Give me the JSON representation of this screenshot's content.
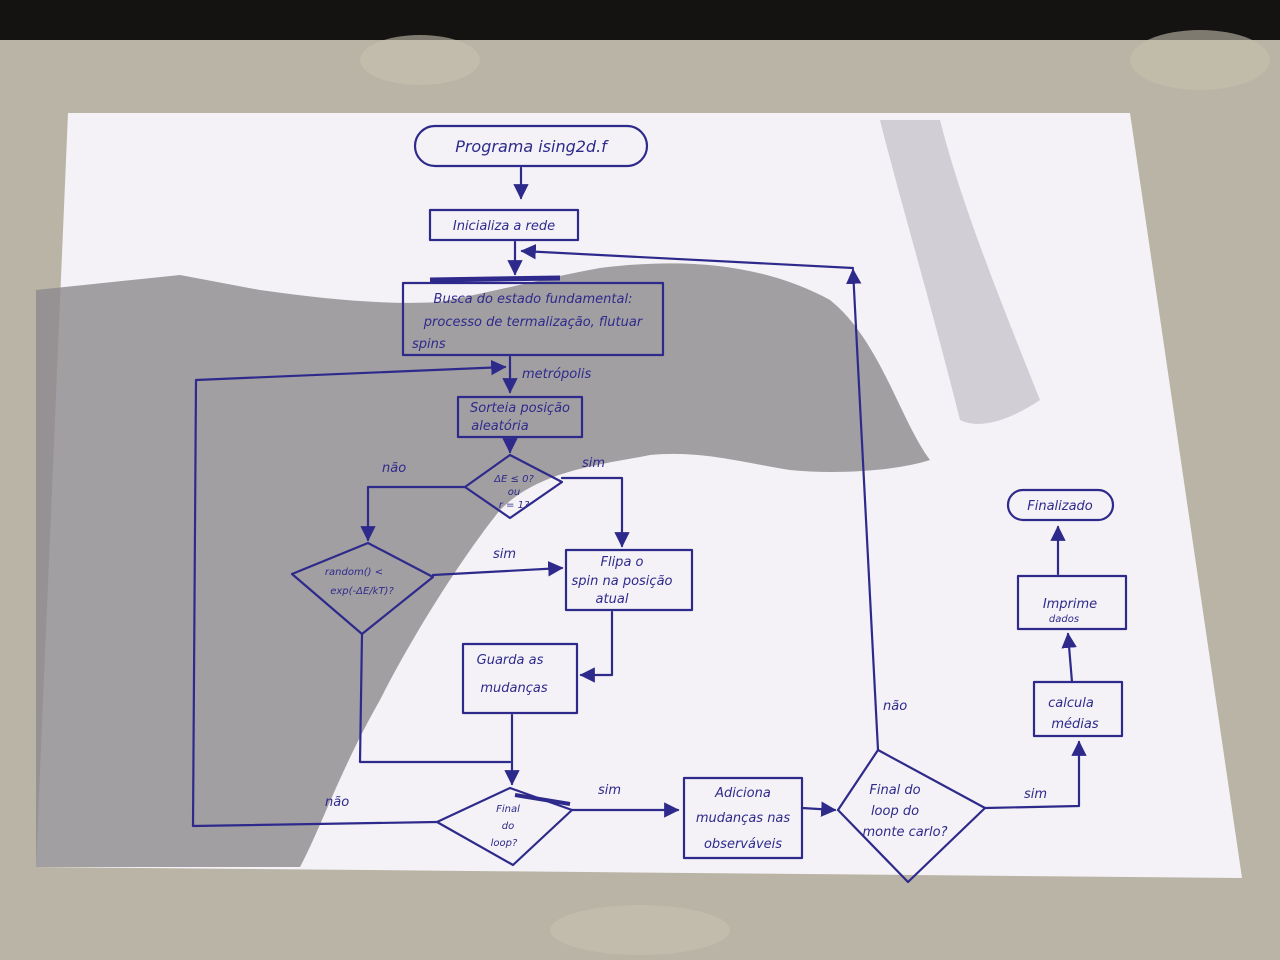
{
  "diagram": {
    "start": "Programa ising2d.f",
    "init": "Inicializa a rede",
    "ground_state": [
      "Busca do estado fundamental:",
      "processo de termalização, flutuar",
      "spins"
    ],
    "metropolis_label": "metrópolis",
    "random_position": [
      "Sorteia posição",
      "aleatória"
    ],
    "decision_energy": [
      "ΔE ≤ 0?",
      "ou",
      "r = 1?"
    ],
    "label_nao_1": "não",
    "label_sim_1": "sim",
    "decision_random": [
      "random() <",
      "exp(-ΔE/kT)?"
    ],
    "label_sim_2": "sim",
    "flip": [
      "Flipa o",
      "spin na posição",
      "atual"
    ],
    "store": [
      "Guarda as",
      "mudanças"
    ],
    "decision_loop": [
      "Final",
      "do",
      "loop?"
    ],
    "label_nao_2": "não",
    "label_sim_3": "sim",
    "add_obs": [
      "Adiciona",
      "mudanças nas",
      "observáveis"
    ],
    "decision_mc": [
      "Final do",
      "loop do",
      "monte carlo?"
    ],
    "label_nao_3": "não",
    "label_sim_4": "sim",
    "averages": [
      "calcula",
      "médias"
    ],
    "print": [
      "Imprime",
      "dados"
    ],
    "end": "Finalizado"
  },
  "colors": {
    "ink": "#2e2a8c",
    "paper": "#f4f2f6",
    "paper_shadow": "#8d8a8e"
  }
}
